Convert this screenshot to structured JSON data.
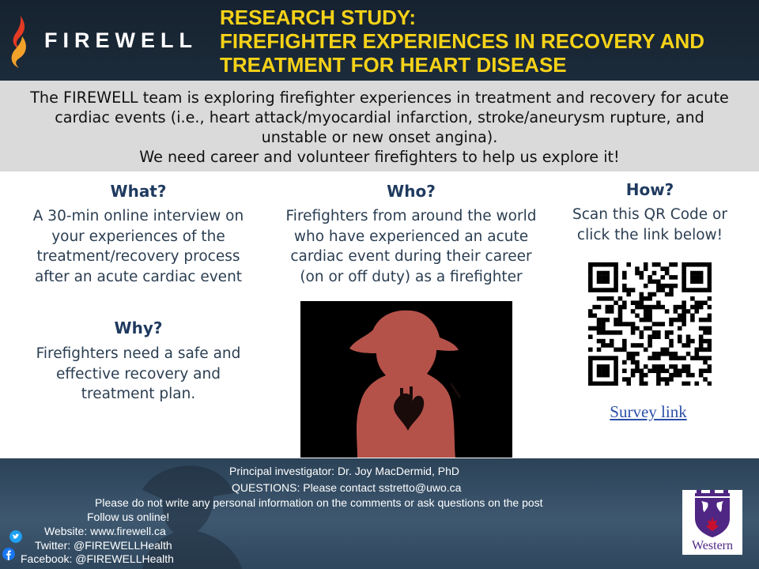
{
  "header": {
    "logo_text": "FIREWELL",
    "title_lines": [
      "RESEARCH STUDY:",
      "FIREFIGHTER EXPERIENCES IN RECOVERY AND",
      "TREATMENT FOR HEART DISEASE"
    ]
  },
  "intro": {
    "lines": [
      "The FIREWELL team is exploring firefighter experiences in treatment and recovery for acute",
      "cardiac events (i.e., heart attack/myocardial infarction, stroke/aneurysm rupture, and",
      "unstable or new onset angina).",
      "We need career and volunteer firefighters to help us explore it!"
    ]
  },
  "what": {
    "heading": "What?",
    "lines": [
      "A 30-min online interview on",
      "your experiences of the",
      "treatment/recovery process",
      "after an acute cardiac event"
    ]
  },
  "why": {
    "heading": "Why?",
    "lines": [
      "Firefighters need a safe and",
      "effective recovery and",
      "treatment plan."
    ]
  },
  "who": {
    "heading": "Who?",
    "lines": [
      "Firefighters from around the world",
      "who have experienced an acute",
      "cardiac event during their career",
      "(on or off duty) as a firefighter"
    ]
  },
  "how": {
    "heading": "How?",
    "lines": [
      "Scan this QR Code or",
      "click the link below!"
    ],
    "link_text": "Survey link"
  },
  "footer": {
    "investigator": "Principal investigator: Dr. Joy MacDermid, PhD",
    "questions": "QUESTIONS:  Please contact sstretto@uwo.ca",
    "notice": "Please do not write any personal information on the comments or ask questions on the post",
    "follow": "Follow us online!",
    "website": "Website: www.firewell.ca",
    "twitter": "Twitter: @FIREWELLHealth",
    "facebook": "Facebook: @FIREWELLHealth",
    "university": "Western"
  },
  "colors": {
    "header_bg": "#16222f",
    "title_yellow": "#f5d218",
    "intro_bg": "#dadada",
    "heading_blue": "#1f3a5f",
    "link_blue": "#2b4fa8",
    "western_purple": "#4f2683",
    "silhouette": "#b4524a"
  }
}
